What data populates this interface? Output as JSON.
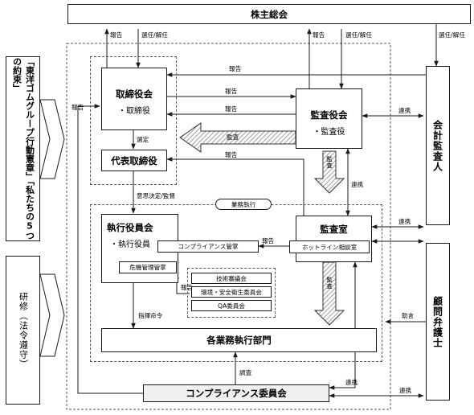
{
  "nodes": {
    "shareholders": "株主総会",
    "board": "取締役会",
    "board_sub": "・取締役",
    "rep_director": "代表取締役",
    "audit_board": "監査役会",
    "audit_board_sub": "・監査役",
    "auditor": "会計監査人",
    "exec_committee": "執行役員会",
    "exec_sub": "・執行役員",
    "compliance_mgmt": "コンプライアンス管掌",
    "risk_mgmt": "危機管理管掌",
    "audit_office": "監査室",
    "hotline": "ホットライン相談室",
    "tech_council": "技術審議会",
    "env_safety": "環境・安全衛生委員会",
    "qa": "QA委員会",
    "business_depts": "各業務執行部門",
    "compliance_committee": "コンプライアンス委員会",
    "legal_advisor": "顧問弁護士",
    "business_exec": "業務執行",
    "charter": "「東洋ゴムグループ行動憲章」「私たちの5つの約束」",
    "training": "研修（法令遵守）"
  },
  "labels": {
    "report": "報告",
    "elect_dismiss": "選任/解任",
    "select": "選定",
    "audit": "監査",
    "liaison": "連携",
    "decision": "意思決定/監督",
    "command": "指揮命令",
    "advice": "助言",
    "investigate": "調査"
  }
}
